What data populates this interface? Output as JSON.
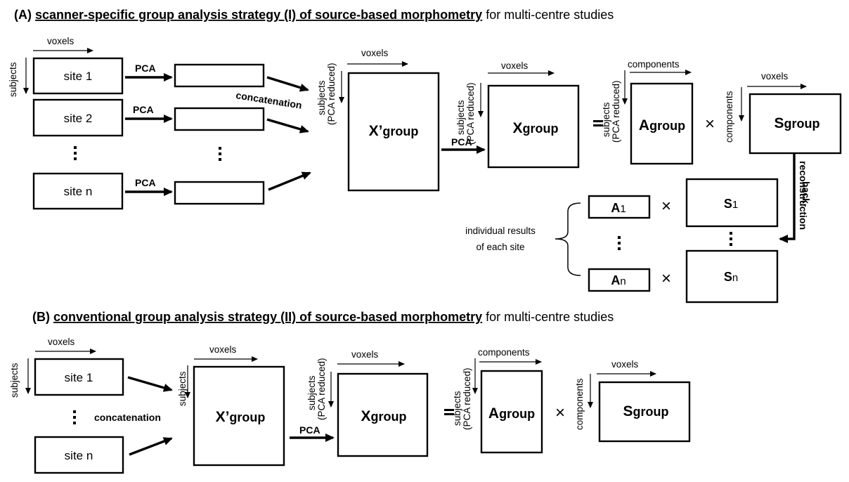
{
  "panel_a": {
    "title_prefix": "(A) ",
    "title_underlined": "scanner-specific group analysis strategy (I) of source-based morphometry",
    "title_suffix": " for multi-centre studies",
    "sites": [
      "site 1",
      "site 2",
      "site n"
    ],
    "pca_label": "PCA",
    "concatenation": "concatenation",
    "axis_voxels": "voxels",
    "axis_subjects": "subjects",
    "axis_pca_reduced": "(PCA reduced)",
    "axis_components": "components",
    "x_prime_base": "X’",
    "x_base": "X",
    "a_base": "A",
    "s_base": "S",
    "group_sub": "group",
    "equals": "=",
    "times": "×",
    "back_line1": "back-",
    "back_line2": "reconstruction",
    "individual_line1": "individual results",
    "individual_line2": "of each site",
    "sub_1": "1",
    "sub_n": "n"
  },
  "panel_b": {
    "title_prefix": "(B) ",
    "title_underlined": "conventional group analysis strategy (II) of source-based morphometry",
    "title_suffix": " for multi-centre studies",
    "sites": [
      "site 1",
      "site n"
    ],
    "concatenation": "concatenation",
    "pca_label": "PCA"
  }
}
